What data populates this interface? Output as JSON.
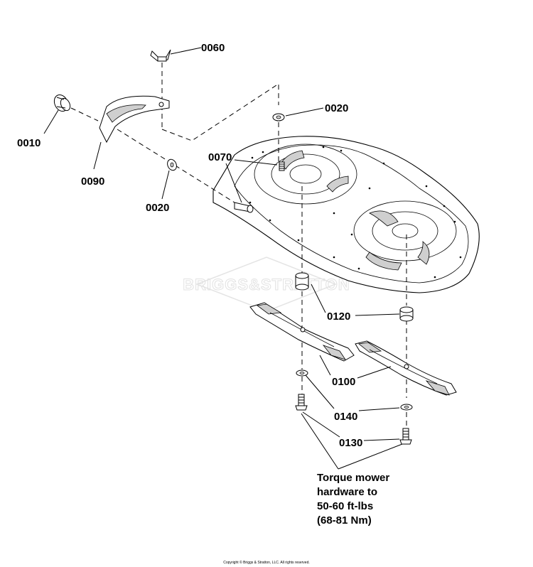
{
  "watermark": "BRIGGS&STRATTON",
  "callouts": [
    {
      "id": "0060",
      "text": "0060"
    },
    {
      "id": "0020-top",
      "text": "0020"
    },
    {
      "id": "0010",
      "text": "0010"
    },
    {
      "id": "0090",
      "text": "0090"
    },
    {
      "id": "0070",
      "text": "0070"
    },
    {
      "id": "0020-bottom",
      "text": "0020"
    },
    {
      "id": "0120",
      "text": "0120"
    },
    {
      "id": "0100",
      "text": "0100"
    },
    {
      "id": "0140",
      "text": "0140"
    },
    {
      "id": "0130",
      "text": "0130"
    }
  ],
  "note": {
    "lines": [
      "Torque mower",
      "hardware to",
      "50-60 ft-lbs",
      "(68-81 Nm)"
    ]
  },
  "copyright": "Copyright © Briggs & Stratton, LLC. All rights reserved."
}
